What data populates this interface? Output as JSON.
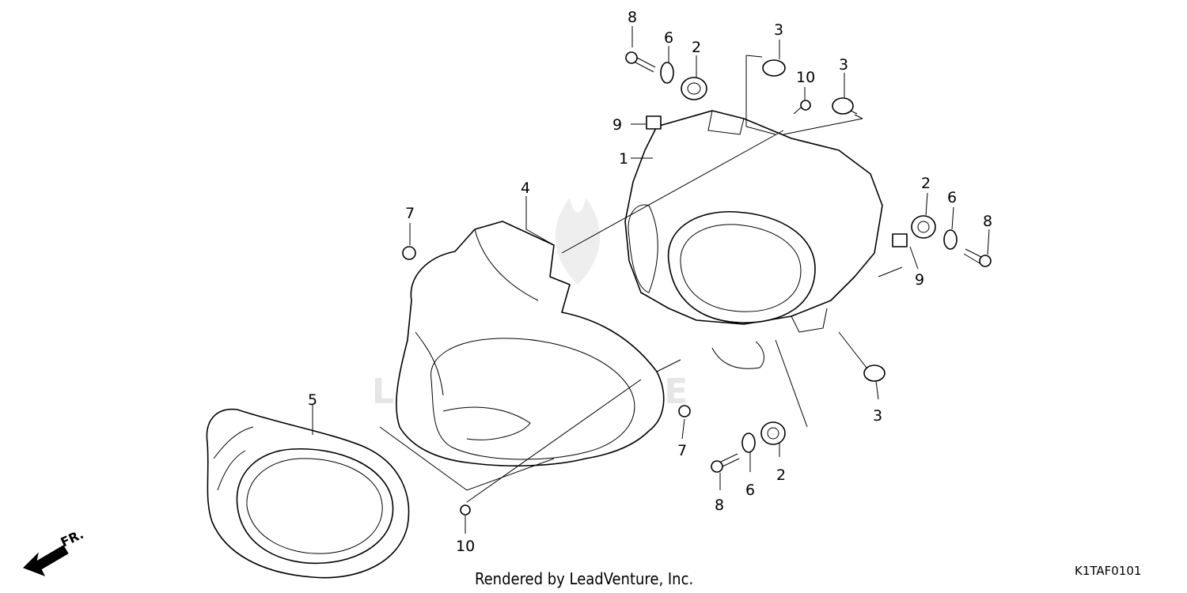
{
  "callouts": [
    {
      "id": "c8a",
      "text": "8"
    },
    {
      "id": "c6a",
      "text": "6"
    },
    {
      "id": "c2a",
      "text": "2"
    },
    {
      "id": "c3a",
      "text": "3"
    },
    {
      "id": "c10a",
      "text": "10"
    },
    {
      "id": "c3b",
      "text": "3"
    },
    {
      "id": "c9a",
      "text": "9"
    },
    {
      "id": "c1",
      "text": "1"
    },
    {
      "id": "c4",
      "text": "4"
    },
    {
      "id": "c7a",
      "text": "7"
    },
    {
      "id": "c2b",
      "text": "2"
    },
    {
      "id": "c6b",
      "text": "6"
    },
    {
      "id": "c8b",
      "text": "8"
    },
    {
      "id": "c9b",
      "text": "9"
    },
    {
      "id": "c3c",
      "text": "3"
    },
    {
      "id": "c5",
      "text": "5"
    },
    {
      "id": "c7b",
      "text": "7"
    },
    {
      "id": "c2c",
      "text": "2"
    },
    {
      "id": "c6c",
      "text": "6"
    },
    {
      "id": "c8c",
      "text": "8"
    },
    {
      "id": "c10b",
      "text": "10"
    }
  ],
  "footer": {
    "credit": "Rendered by LeadVenture, Inc.",
    "diagram_code": "K1TAF0101"
  },
  "direction_label": "FR."
}
